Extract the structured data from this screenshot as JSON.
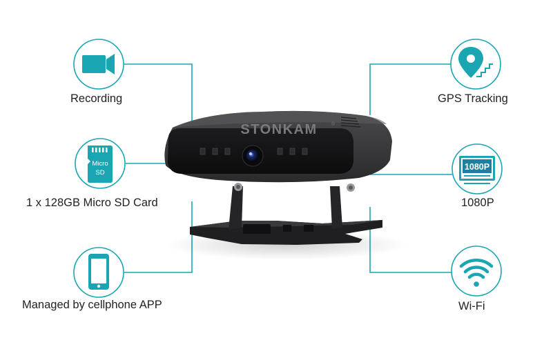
{
  "brand": {
    "logo_text": "STONKAM",
    "registered_mark": "®"
  },
  "colors": {
    "accent": "#19a6b2",
    "device_body": "#2a2a2c",
    "label_text": "#222222"
  },
  "features_left": [
    {
      "label": "Recording",
      "icon": "video-camera-icon"
    },
    {
      "label": "1 x 128GB Micro SD Card",
      "icon": "micro-sd-card-icon",
      "icon_text_1": "Micro",
      "icon_text_2": "SD"
    },
    {
      "label": "Managed by cellphone APP",
      "icon": "smartphone-icon"
    }
  ],
  "features_right": [
    {
      "label": "GPS Tracking",
      "icon": "gps-pin-icon"
    },
    {
      "label": "1080P",
      "icon": "monitor-1080p-icon",
      "icon_text": "1080P"
    },
    {
      "label": "Wi-Fi",
      "icon": "wifi-icon"
    }
  ]
}
